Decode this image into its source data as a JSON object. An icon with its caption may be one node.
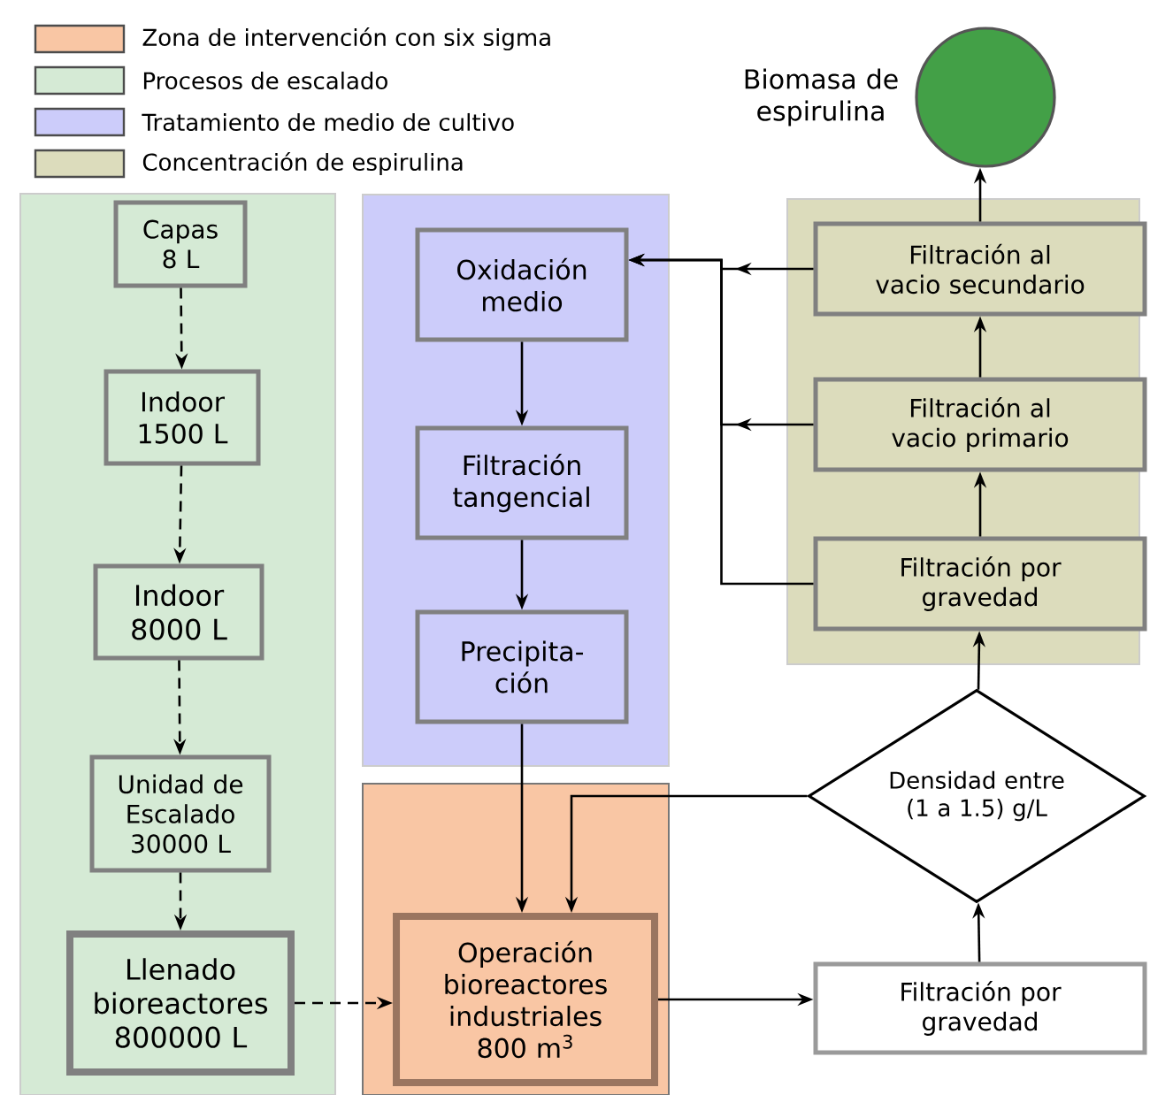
{
  "diagram": {
    "nodes": [
      {
        "text": [],
        "shape": "box"
      },
      {
        "text": [
          "Capas 8 L"
        ],
        "in": 0
      },
      {
        "text": [
          "Indoor 1500 L"
        ],
        "in": 0
      },
      {
        "text": [
          "Indoor 8000 L"
        ],
        "in": 0
      },
      {
        "text": [
          "Unidad de Escalado 30000 L"
        ],
        "in": 0
      },
      {
        "text": [
          "Llenado bioreactores 800000 L"
        ],
        "in": 0
      },
      {
        "text": [],
        "shape": "box"
      },
      {
        "text": [
          "Oxidación medio"
        ],
        "in": 6
      },
      {
        "text": [
          "Filtración tangencial"
        ],
        "in": 6
      },
      {
        "text": [
          "Precipita- ción"
        ],
        "in": 6
      },
      {
        "text": [],
        "shape": "box"
      },
      {
        "text": [
          "Filtración al vacio secundario"
        ],
        "in": 10
      },
      {
        "text": [
          "Filtración al vacio primario"
        ],
        "in": 10
      },
      {
        "text": [
          "Filtración por gravedad"
        ],
        "in": 10
      },
      {
        "text": [],
        "shape": "box"
      },
      {
        "text": [
          "Operación bioreactores industriales 800 m$^{3}$"
        ],
        "in": 14
      },
      {
        "text": [
          "Filtración por gravedad"
        ]
      },
      {
        "text": [
          "Densidad entre (1 a 1.5) g/L"
        ]
      },
      {
        "text": [],
        "shape": "circle",
        "beside": [
          "Biomasa de espirulina"
        ]
      }
    ],
    "edges": [
      {
        "from": 1,
        "to": 2,
        "arrow": "to",
        "style": "dashed"
      },
      {
        "from": 2,
        "to": 3,
        "arrow": "to",
        "style": "dashed"
      },
      {
        "from": 3,
        "to": 4,
        "arrow": "to",
        "style": "dashed"
      },
      {
        "from": 4,
        "to": 5,
        "arrow": "to",
        "style": "dashed"
      },
      {
        "from": 5,
        "to": 15,
        "arrow": "to",
        "style": "dashed"
      },
      {
        "from": 7,
        "to": 8,
        "arrow": "to"
      },
      {
        "from": 8,
        "to": 9,
        "arrow": "to"
      },
      {
        "from": 9,
        "to": 15,
        "arrow": "to"
      },
      {
        "from": 15,
        "to": 16,
        "arrow": "to"
      },
      {
        "from": 16,
        "to": 17,
        "arrow": "to"
      },
      {
        "from": 17,
        "to": 13,
        "arrow": "to"
      },
      {
        "from": 17,
        "to": 15,
        "arrow": "to"
      },
      {
        "from": 13,
        "to": 12,
        "arrow": "to"
      },
      {
        "from": 12,
        "to": 11,
        "arrow": "to"
      },
      {
        "from": 11,
        "to": 18,
        "arrow": "to"
      },
      {
        "from": 11,
        "to": 7,
        "arrow": "to"
      },
      {
        "from": 12,
        "to": 7,
        "arrow": "to"
      },
      {
        "from": 13,
        "to": 7,
        "arrow": "to"
      }
    ],
    "legend": [
      {
        "text": "Zona de intervención con six sigma",
        "color": "#f9c6a4"
      },
      {
        "text": "Procesos de escalado",
        "color": "#d5ead5"
      },
      {
        "text": "Tratamiento de medio de cultivo",
        "color": "#ccccfa"
      },
      {
        "text": "Concentración de espirulina",
        "color": "#dcdcbc"
      }
    ]
  }
}
